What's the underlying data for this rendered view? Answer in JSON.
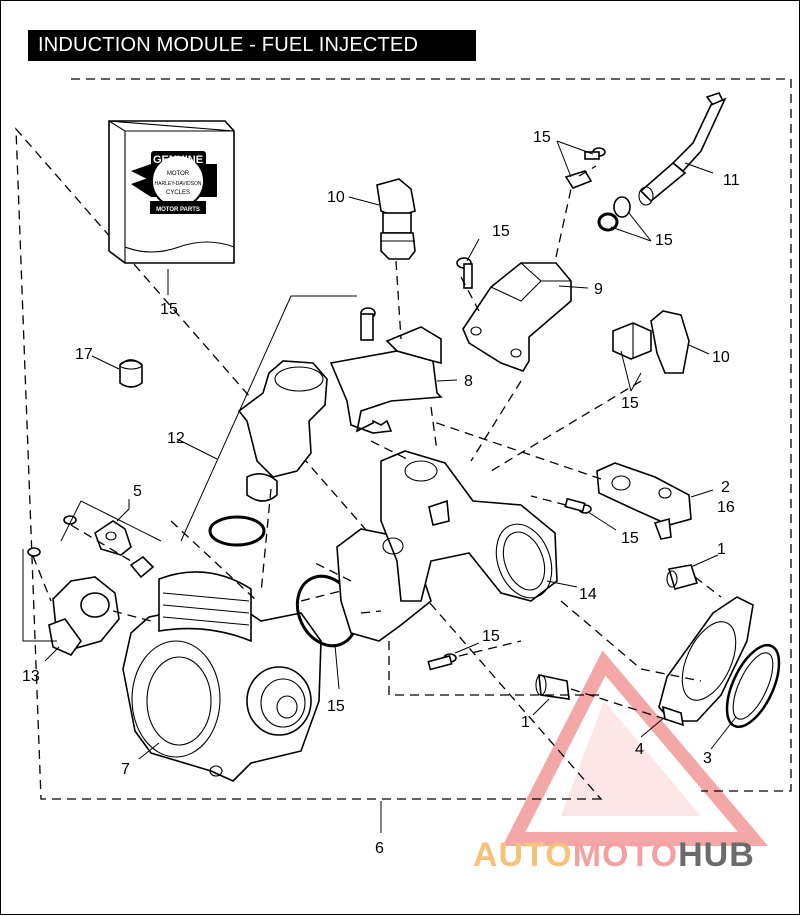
{
  "title": "INDUCTION MODULE - FUEL INJECTED",
  "callouts": {
    "c15_box": "15",
    "c17": "17",
    "c12": "12",
    "c10_top": "10",
    "c15_top": "15",
    "c15_washer": "15",
    "c15_screw": "15",
    "c11": "11",
    "c9": "9",
    "c8": "8",
    "c10_right": "10",
    "c15_injector": "15",
    "c5": "5",
    "c13": "13",
    "c2": "2",
    "c16": "16",
    "c15_sensor": "15",
    "c1_top": "1",
    "c14": "14",
    "c15_bolt": "15",
    "c15_gasket": "15",
    "c7": "7",
    "c1_bottom": "1",
    "c4": "4",
    "c3": "3",
    "c6": "6"
  },
  "watermark": {
    "word_part_1": "AUTO",
    "word_part_2": "MOTO",
    "word_part_3": "HUB",
    "colors": {
      "primary": "#f7c17a",
      "accent": "#f4a0a0",
      "dark": "#6b6b6b",
      "triangle": "#f08a8a"
    }
  },
  "logo": {
    "line_1": "GENUINE",
    "line_2": "MOTOR",
    "line_3": "HARLEY-DAVIDSON",
    "line_4": "CYCLES",
    "line_5": "MOTOR PARTS"
  }
}
